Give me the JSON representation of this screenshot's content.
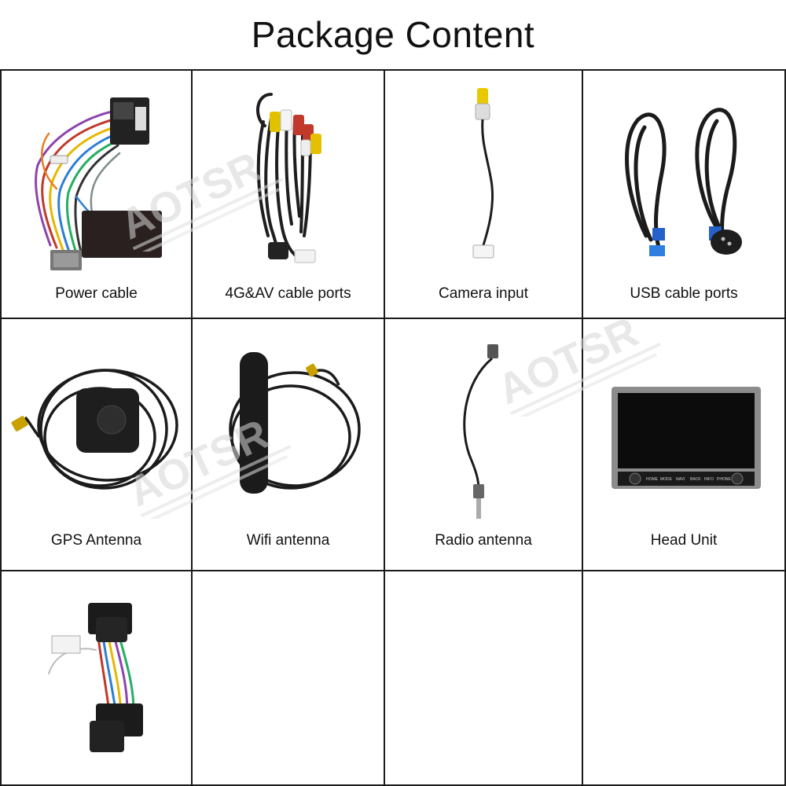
{
  "title": "Package Content",
  "watermark": "AOTSR",
  "items": [
    {
      "label": "Power cable",
      "icon": "power-cable-harness-icon"
    },
    {
      "label": "4G&AV cable ports",
      "icon": "rca-av-cable-icon"
    },
    {
      "label": "Camera input",
      "icon": "camera-input-cable-icon"
    },
    {
      "label": "USB cable ports",
      "icon": "usb-cable-icon"
    },
    {
      "label": "GPS Antenna",
      "icon": "gps-antenna-icon"
    },
    {
      "label": "Wifi antenna",
      "icon": "wifi-antenna-icon"
    },
    {
      "label": "Radio antenna",
      "icon": "radio-antenna-icon"
    },
    {
      "label": "Head Unit",
      "icon": "head-unit-icon"
    },
    {
      "label": "",
      "icon": "adapter-harness-icon"
    }
  ],
  "head_unit": {
    "buttons": [
      "HOME",
      "MODE",
      "NAVI",
      "BACK",
      "INFO",
      "PHONE"
    ]
  }
}
